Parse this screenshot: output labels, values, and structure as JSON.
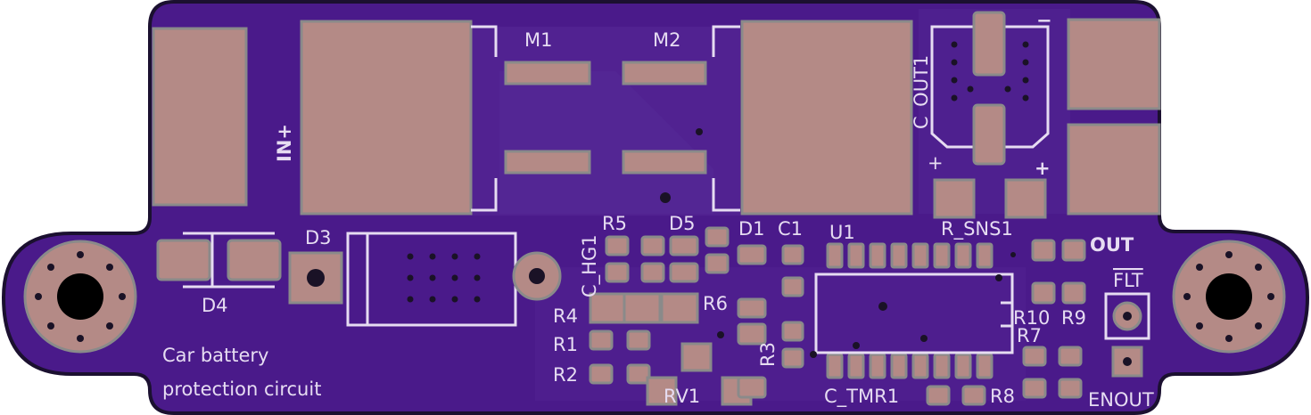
{
  "board": {
    "colors": {
      "outline": "#1b1030",
      "soldermask": "#4a1a8a",
      "copper_trace": "#5a2d9a",
      "pad": "#b48a86",
      "pad_border": "#8a8a8a",
      "silkscreen": "#e6dcf2"
    },
    "title_line1": "Car battery",
    "title_line2": "protection circuit",
    "labels": {
      "in_plus": "IN+",
      "m1": "M1",
      "m2": "M2",
      "c_out1": "C_OUT1",
      "d3": "D3",
      "d4": "D4",
      "c_hg1": "C_HG1",
      "r5": "R5",
      "d5": "D5",
      "d1": "D1",
      "c1": "C1",
      "u1": "U1",
      "r_sns1": "R_SNS1",
      "out": "OUT",
      "flt": "FLT",
      "enout": "ENOUT",
      "r4": "R4",
      "r6": "R6",
      "r1": "R1",
      "r2": "R2",
      "rv1": "RV1",
      "r3": "R3",
      "r10": "R10",
      "r9": "R9",
      "r7": "R7",
      "r8": "R8",
      "c_tmr1": "C_TMR1",
      "plus_a": "+",
      "plus_b": "+",
      "minus": "−"
    }
  }
}
